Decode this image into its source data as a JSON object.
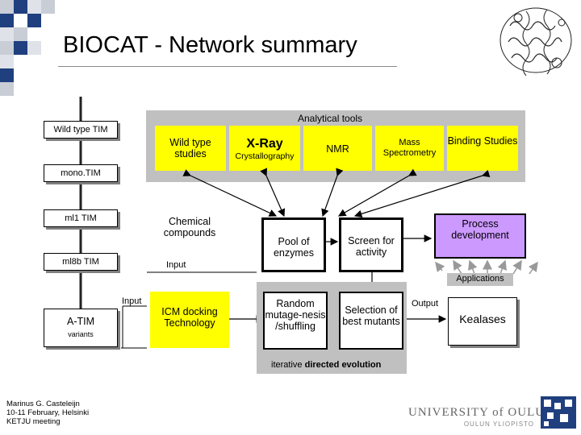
{
  "title": "BIOCAT - Network summary",
  "analytical": {
    "heading": "Analytical tools",
    "wild_type_studies": "Wild type studies",
    "xray_main": "X-Ray",
    "xray_sub": "Crystallography",
    "nmr": "NMR",
    "mass_1": "Mass",
    "mass_2": "Spectrometry",
    "binding": "Binding Studies"
  },
  "left_column": {
    "wild_type_tim": "Wild type TIM",
    "mono_tim": "mono.TIM",
    "ml1_tim": "ml1 TIM",
    "ml8b_tim": "ml8b TIM",
    "a_tim": "A-TIM",
    "variants": "variants"
  },
  "middle": {
    "chemical_compounds": "Chemical compounds",
    "input_upper": "Input",
    "input_lower": "Input",
    "pool_of_enzymes": "Pool of enzymes",
    "screen_for_activity": "Screen for activity",
    "process_development": "Process development",
    "applications": "Applications",
    "icm_docking": "ICM docking Technology",
    "random_mutagenesis": "Random mutage-nesis /shuffling",
    "selection": "Selection of best mutants",
    "output": "Output",
    "kealases": "Kealases",
    "iterative_prefix": "iterative",
    "iterative_bold": "directed evolution"
  },
  "footer": {
    "line1": "Marinus G. Casteleijn",
    "line2": "10-11 February, Helsinki",
    "line3": "KETJU meeting"
  },
  "logo": {
    "university": "UNIVERSITY of OULU",
    "sub": "OULUN YLIOPISTO"
  },
  "colors": {
    "yellow": "#ffff00",
    "grey_panel": "#c0c0c0",
    "lavender": "#cc99ff",
    "blue_square": "#1f3f7f"
  }
}
